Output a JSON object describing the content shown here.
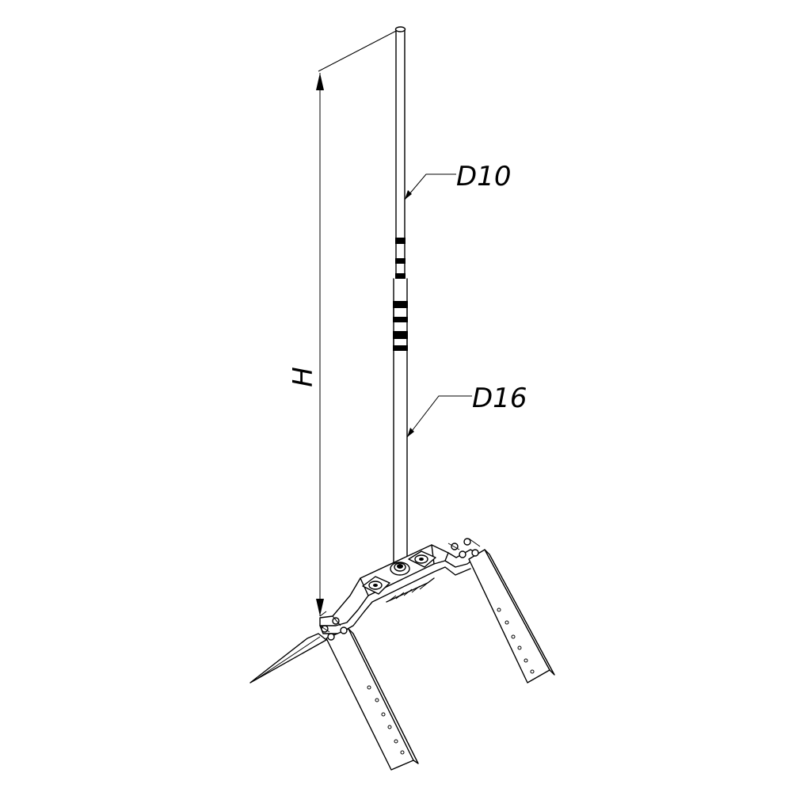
{
  "labels": {
    "upper_diameter": "D10",
    "lower_diameter": "D16",
    "height": "H"
  }
}
